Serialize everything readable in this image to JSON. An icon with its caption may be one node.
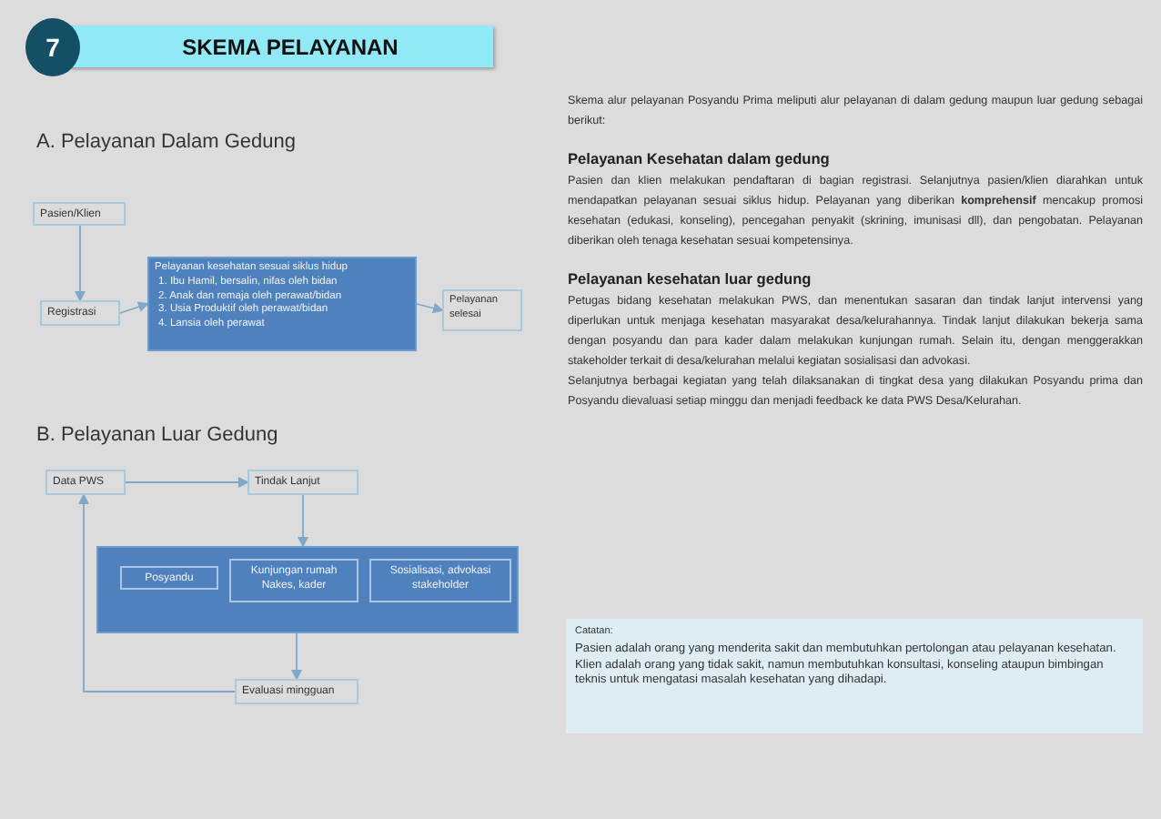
{
  "diagram": {
    "title": "SKEMA PELAYANAN",
    "nodes": [
      {
        "text": [
          "Pasien/Klien"
        ]
      },
      {
        "text": [
          "Registrasi"
        ]
      },
      {
        "text": [
          "Pelayanan kesehatan sesuai siklus hidup",
          "1. Ibu Hamil, bersalin, nifas oleh bidan",
          "2. Anak dan remaja oleh perawat/bidan",
          "3. Usia Produktif oleh perawat/bidan",
          "4. Lansia oleh perawat"
        ]
      },
      {
        "text": [
          "Pelayanan selesai"
        ]
      },
      {
        "text": [
          "Data PWS"
        ]
      },
      {
        "text": [
          "Tindak Lanjut"
        ]
      },
      {
        "text": [],
        "shape": "box"
      },
      {
        "text": [
          "Posyandu"
        ],
        "in": 6
      },
      {
        "text": [
          "Kunjungan rumah Nakes, kader"
        ],
        "in": 6
      },
      {
        "text": [
          "Sosialisasi, advokasi stakeholder"
        ],
        "in": 6
      },
      {
        "text": [
          "Evaluasi mingguan"
        ]
      },
      {
        "text": [
          "Catatan:",
          "Pasien adalah orang yang menderita sakit dan membutuhkan pertolongan atau pelayanan kesehatan.",
          "Klien adalah orang yang tidak sakit, namun membutuhkan konsultasi, konseling ataupun bimbingan teknis untuk mengatasi masalah kesehatan yang dihadapi."
        ]
      }
    ],
    "edges": [
      {
        "from": 0,
        "to": 1,
        "arrow": "to"
      },
      {
        "from": 1,
        "to": 2,
        "arrow": "to"
      },
      {
        "from": 2,
        "to": 3,
        "arrow": "to"
      },
      {
        "from": 4,
        "to": 5,
        "arrow": "to"
      },
      {
        "from": 5,
        "to": 6,
        "arrow": "to"
      },
      {
        "from": 6,
        "to": 10,
        "arrow": "to"
      },
      {
        "from": 10,
        "to": 4,
        "arrow": "to"
      }
    ],
    "labels": [
      "7",
      "A. Pelayanan Dalam Gedung",
      "B. Pelayanan Luar Gedung",
      "Skema alur pelayanan Posyandu Prima meliputi alur pelayanan di dalam gedung maupun luar gedung sebagai berikut:",
      "Pelayanan Kesehatan dalam gedung",
      "Pasien dan klien melakukan pendaftaran di bagian registrasi. Selanjutnya pasien/klien diarahkan untuk mendapatkan pelayanan sesuai siklus hidup. Pelayanan yang diberikan **komprehensif** mencakup promosi kesehatan (edukasi, konseling), pencegahan penyakit (skrining, imunisasi dll), dan pengobatan. Pelayanan diberikan oleh tenaga kesehatan sesuai kompetensinya.",
      "Pelayanan kesehatan luar gedung",
      "Petugas bidang kesehatan melakukan PWS, dan menentukan sasaran dan tindak lanjut intervensi yang diperlukan untuk menjaga kesehatan masyarakat desa/kelurahannya. Tindak lanjut dilakukan bekerja sama dengan posyandu dan para kader dalam melakukan kunjungan rumah. Selain itu, dengan menggerakkan stakeholder terkait di desa/kelurahan melalui kegiatan sosialisasi dan advokasi.",
      "Selanjutnya berbagai kegiatan yang telah dilaksanakan di tingkat desa yang dilakukan Posyandu prima dan Posyandu dievaluasi setiap minggu dan menjadi feedback ke data PWS Desa/Kelurahan."
    ]
  }
}
